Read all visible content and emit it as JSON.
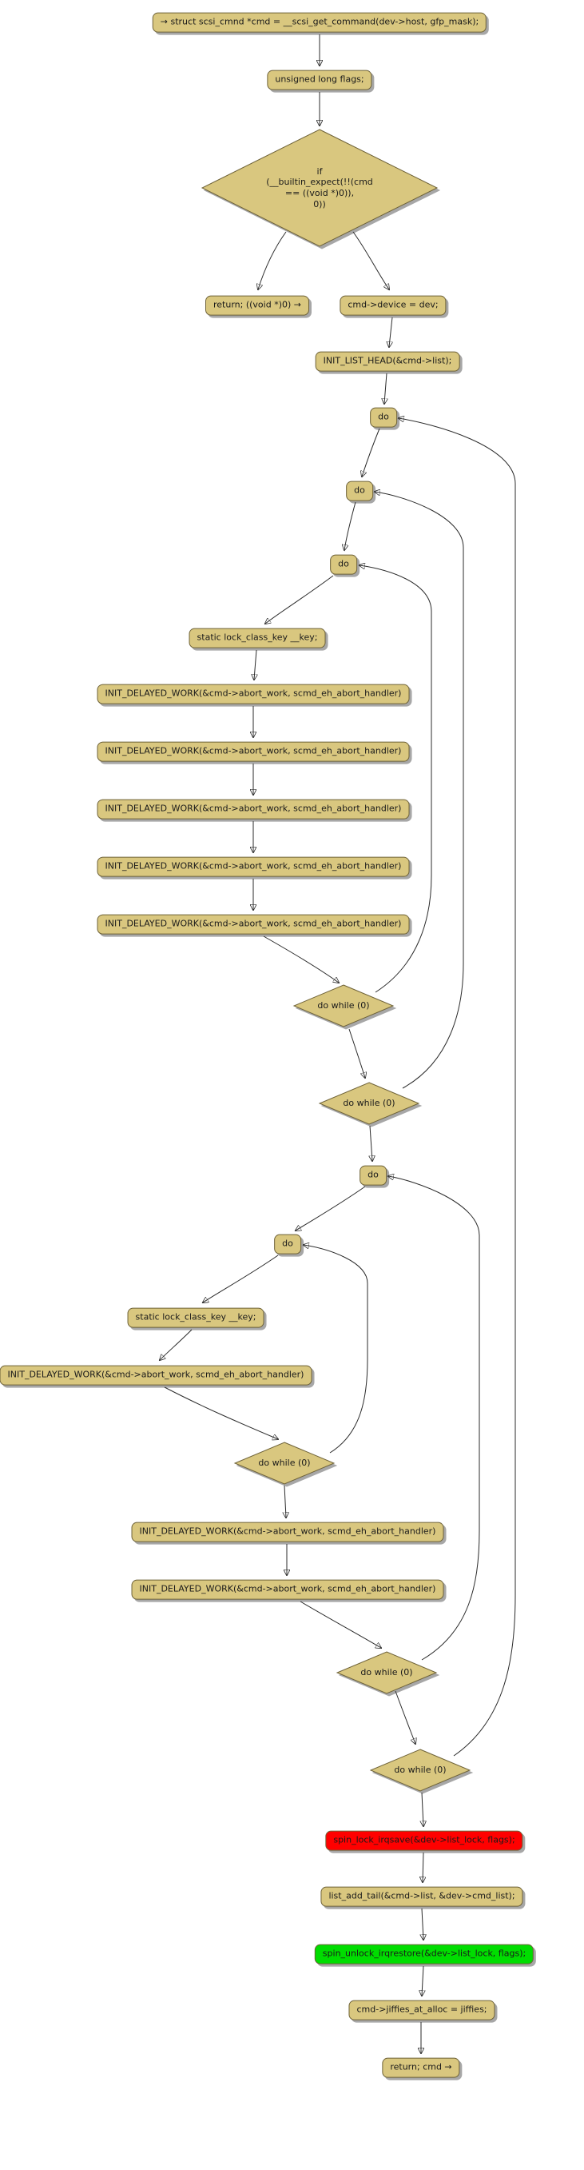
{
  "title": "scsi_get_command control flow graph",
  "labels": {
    "entry": "→ struct scsi_cmnd *cmd = __scsi_get_command(dev->host, gfp_mask);",
    "flags_decl": "unsigned long flags;",
    "if_cond": "if\n(__builtin_expect(!!(cmd\n== ((void *)0)),\n0))",
    "return_null": "return; ((void *)0) →",
    "cmd_device": "cmd->device = dev;",
    "init_list_head": "INIT_LIST_HEAD(&cmd->list);",
    "do_kw": "do",
    "lock_class_key": "static lock_class_key __key;",
    "init_delayed_work": "INIT_DELAYED_WORK(&cmd->abort_work, scmd_eh_abort_handler)",
    "do_while": "do while (0)",
    "spin_lock": "spin_lock_irqsave(&dev->list_lock, flags);",
    "list_add_tail": "list_add_tail(&cmd->list, &dev->cmd_list);",
    "spin_unlock": "spin_unlock_irqrestore(&dev->list_lock, flags);",
    "jiffies": "cmd->jiffies_at_alloc = jiffies;",
    "return_cmd": "return; cmd →"
  },
  "colors": {
    "node_fill": "#d9c77f",
    "node_border": "#6e6238",
    "highlight_red": "#ff0000",
    "highlight_green": "#00dd00",
    "background": "#ffffff",
    "edge": "#2b2b2b"
  }
}
